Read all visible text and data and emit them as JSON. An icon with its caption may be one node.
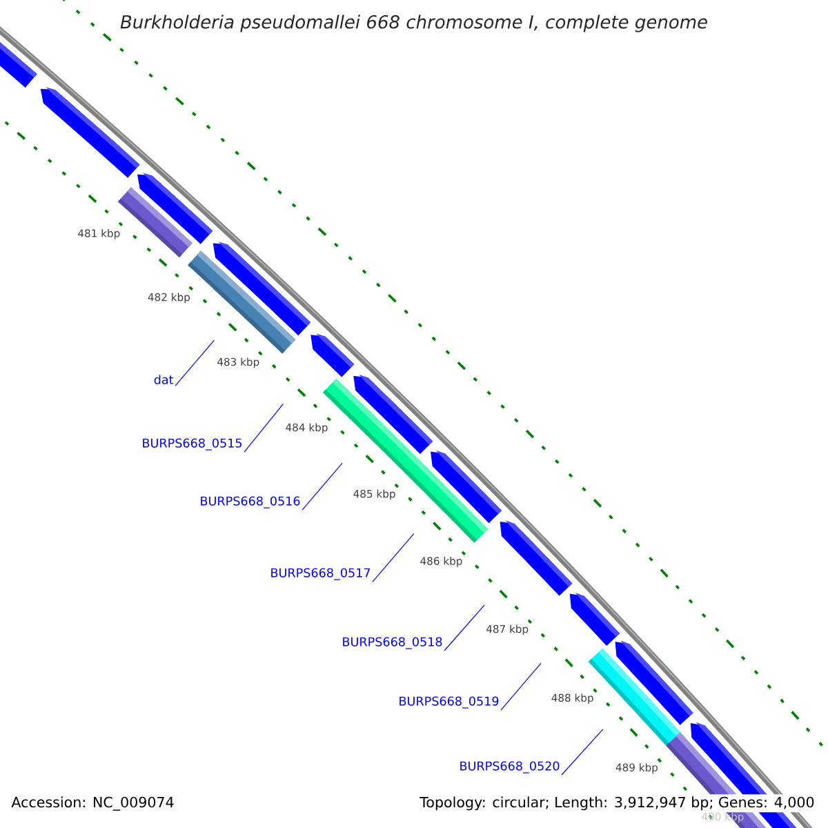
{
  "diagram": {
    "title": "Burkholderia pseudomallei 668 chromosome I, complete genome",
    "nodes": [
      {
        "text": [
          "dat"
        ]
      },
      {
        "text": [
          "BURPS668_0515"
        ]
      },
      {
        "text": [
          "BURPS668_0516"
        ]
      },
      {
        "text": [
          "BURPS668_0517"
        ]
      },
      {
        "text": [
          "BURPS668_0518"
        ]
      },
      {
        "text": [
          "BURPS668_0519"
        ]
      },
      {
        "text": [
          "BURPS668_0520"
        ]
      }
    ],
    "edges": [
      {
        "from": 0,
        "to": null,
        "arrow": "none"
      },
      {
        "from": 1,
        "to": null,
        "arrow": "none"
      },
      {
        "from": 2,
        "to": null,
        "arrow": "none"
      },
      {
        "from": 3,
        "to": null,
        "arrow": "none"
      },
      {
        "from": 4,
        "to": null,
        "arrow": "none"
      },
      {
        "from": 5,
        "to": null,
        "arrow": "none"
      },
      {
        "from": 6,
        "to": null,
        "arrow": "none"
      }
    ],
    "labels": [
      "481 kbp",
      "482 kbp",
      "483 kbp",
      "484 kbp",
      "485 kbp",
      "486 kbp",
      "487 kbp",
      "488 kbp",
      "489 kbp",
      "490 kbp",
      "Accession: NC_009074",
      "Topology: circular; Length: 3,912,947 bp; Genes: 4,000"
    ]
  }
}
